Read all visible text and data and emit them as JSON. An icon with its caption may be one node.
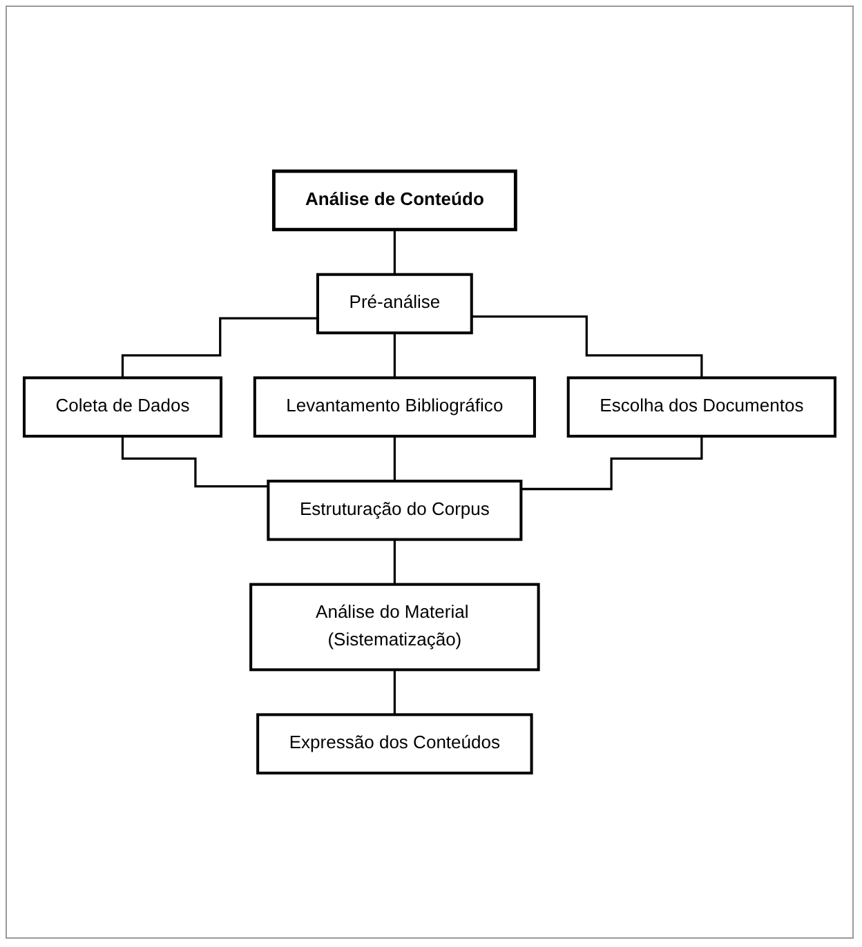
{
  "diagram": {
    "nodes": [
      {
        "text": [
          "Análise de Conteúdo"
        ]
      },
      {
        "text": [
          "Pré-análise"
        ]
      },
      {
        "text": [
          "Coleta de Dados"
        ]
      },
      {
        "text": [
          "Levantamento Bibliográfico"
        ]
      },
      {
        "text": [
          "Escolha dos Documentos"
        ]
      },
      {
        "text": [
          "Estruturação do Corpus"
        ]
      },
      {
        "text": [
          "Análise do Material (Sistematização)"
        ]
      },
      {
        "text": [
          "Expressão dos Conteúdos"
        ]
      }
    ],
    "edges": [
      {
        "from": 0,
        "to": 1,
        "arrow": "none"
      },
      {
        "from": 1,
        "to": 2,
        "arrow": "none"
      },
      {
        "from": 1,
        "to": 3,
        "arrow": "none"
      },
      {
        "from": 1,
        "to": 4,
        "arrow": "none"
      },
      {
        "from": 2,
        "to": 5,
        "arrow": "none"
      },
      {
        "from": 3,
        "to": 5,
        "arrow": "none"
      },
      {
        "from": 4,
        "to": 5,
        "arrow": "none"
      },
      {
        "from": 5,
        "to": 6,
        "arrow": "none"
      },
      {
        "from": 6,
        "to": 7,
        "arrow": "none"
      }
    ]
  }
}
